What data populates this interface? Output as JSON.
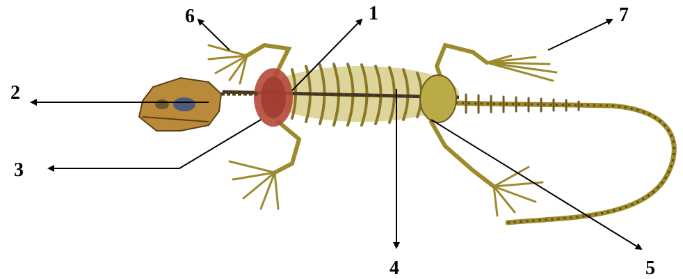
{
  "labels": {
    "l1": "1",
    "l2": "2",
    "l3": "3",
    "l4": "4",
    "l5": "5",
    "l6": "6",
    "l7": "7"
  },
  "colors": {
    "bone": "#b5a53a",
    "bone_dark": "#6f5a1e",
    "bone_light": "#d8cf7a",
    "skull": "#b88a3a",
    "girdle_red": "#b4483a",
    "eye": "#4f5a78",
    "arrow": "#000000"
  }
}
